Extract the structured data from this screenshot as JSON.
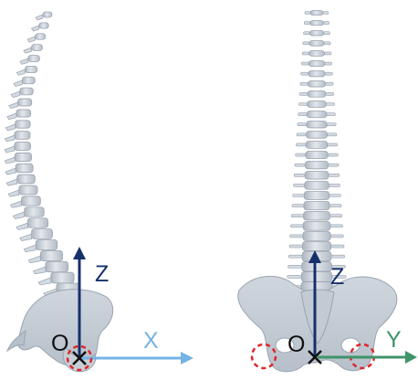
{
  "left_view": {
    "labels": {
      "z": "Z",
      "x": "X",
      "origin": "O"
    }
  },
  "right_view": {
    "labels": {
      "z": "Z",
      "y": "Y",
      "origin": "O"
    }
  },
  "colors": {
    "bone": "#d4dae1",
    "bone_dark": "#9aa4b0",
    "z_axis": "#17306c",
    "x_axis": "#74b3e4",
    "y_axis": "#3e9469",
    "origin_marker": "#111111",
    "dashed_circle": "#e0262b"
  }
}
